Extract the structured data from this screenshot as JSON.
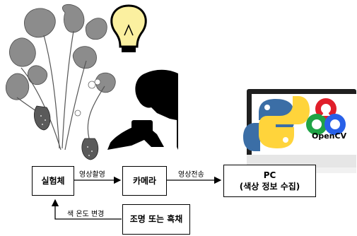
{
  "nodes": {
    "specimen": "실험체",
    "camera": "카메라",
    "pc_title": "PC",
    "pc_subtitle": "(색상 정보 수집)",
    "lighting": "조명 또는 흑채"
  },
  "edges": {
    "specimen_to_camera": "영상촬영",
    "camera_to_pc": "영상전송",
    "lighting_to_specimen": "색 온도 변경"
  },
  "monitor_logos": {
    "opencv_text": "OpenCV"
  },
  "icons": [
    "strawberry-plant-icon",
    "light-bulb-icon",
    "photographer-silhouette-icon",
    "monitor-icon",
    "python-logo-icon",
    "opencv-logo-icon"
  ]
}
